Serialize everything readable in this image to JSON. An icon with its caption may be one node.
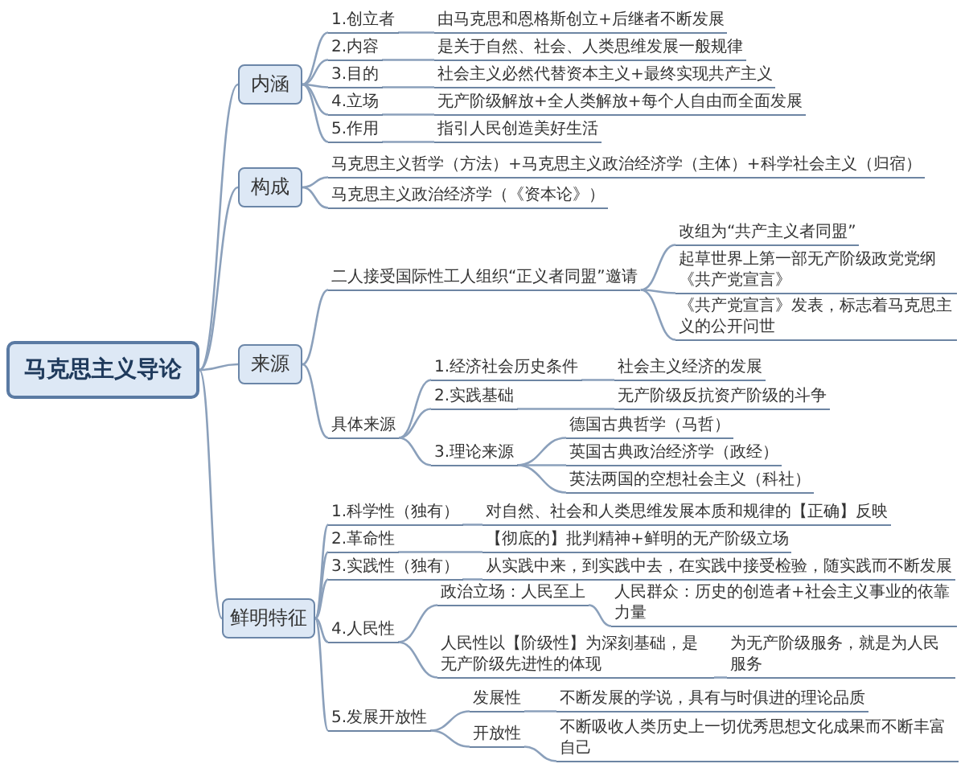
{
  "diagram": {
    "nodes": [
      {
        "text": [
          "马克思主义导论"
        ]
      },
      {
        "text": [
          "内涵"
        ]
      },
      {
        "text": [
          "1.创立者"
        ]
      },
      {
        "text": [
          "由马克思和恩格斯创立+后继者不断发展"
        ]
      },
      {
        "text": [
          "2.内容"
        ]
      },
      {
        "text": [
          "是关于自然、社会、人类思维发展一般规律"
        ]
      },
      {
        "text": [
          "3.目的"
        ]
      },
      {
        "text": [
          "社会主义必然代替资本主义+最终实现共产主义"
        ]
      },
      {
        "text": [
          "4.立场"
        ]
      },
      {
        "text": [
          "无产阶级解放+全人类解放+每个人自由而全面发展"
        ]
      },
      {
        "text": [
          "5.作用"
        ]
      },
      {
        "text": [
          "指引人民创造美好生活"
        ]
      },
      {
        "text": [
          "构成"
        ]
      },
      {
        "text": [
          "马克思主义哲学（方法）+马克思主义政治经济学（主体）+科学社会主义（归宿）"
        ]
      },
      {
        "text": [
          "马克思主义政治经济学（《资本论》）"
        ]
      },
      {
        "text": [
          "来源"
        ]
      },
      {
        "text": [
          "二人接受国际性工人组织“正义者同盟”邀请"
        ]
      },
      {
        "text": [
          "改组为“共产主义者同盟”"
        ]
      },
      {
        "text": [
          "起草世界上第一部无产阶级政党党纲《共产党宣言》"
        ]
      },
      {
        "text": [
          "《共产党宣言》发表，标志着马克思主义的公开问世"
        ]
      },
      {
        "text": [
          "具体来源"
        ]
      },
      {
        "text": [
          "1.经济社会历史条件"
        ]
      },
      {
        "text": [
          "社会主义经济的发展"
        ]
      },
      {
        "text": [
          "2.实践基础"
        ]
      },
      {
        "text": [
          "无产阶级反抗资产阶级的斗争"
        ]
      },
      {
        "text": [
          "3.理论来源"
        ]
      },
      {
        "text": [
          "德国古典哲学（马哲）"
        ]
      },
      {
        "text": [
          "英国古典政治经济学（政经）"
        ]
      },
      {
        "text": [
          "英法两国的空想社会主义（科社）"
        ]
      },
      {
        "text": [
          "鲜明特征"
        ]
      },
      {
        "text": [
          "1.科学性（独有）"
        ]
      },
      {
        "text": [
          "对自然、社会和人类思维发展本质和规律的【正确】反映"
        ]
      },
      {
        "text": [
          "2.革命性"
        ]
      },
      {
        "text": [
          "【彻底的】批判精神+鲜明的无产阶级立场"
        ]
      },
      {
        "text": [
          "3.实践性（独有）"
        ]
      },
      {
        "text": [
          "从实践中来，到实践中去，在实践中接受检验，随实践而不断发展"
        ]
      },
      {
        "text": [
          "4.人民性"
        ]
      },
      {
        "text": [
          "政治立场：人民至上"
        ]
      },
      {
        "text": [
          "人民群众：历史的创造者+社会主义事业的依靠力量"
        ]
      },
      {
        "text": [
          "人民性以【阶级性】为深刻基础，是无产阶级先进性的体现"
        ]
      },
      {
        "text": [
          "为无产阶级服务，就是为人民服务"
        ]
      },
      {
        "text": [
          "5.发展开放性"
        ]
      },
      {
        "text": [
          "发展性"
        ]
      },
      {
        "text": [
          "不断发展的学说，具有与时俱进的理论品质"
        ]
      },
      {
        "text": [
          "开放性"
        ]
      },
      {
        "text": [
          "不断吸收人类历史上一切优秀思想文化成果而不断丰富自己"
        ]
      }
    ],
    "edges": [
      {
        "from": 0,
        "to": 1,
        "arrow": "none"
      },
      {
        "from": 0,
        "to": 12,
        "arrow": "none"
      },
      {
        "from": 0,
        "to": 15,
        "arrow": "none"
      },
      {
        "from": 0,
        "to": 29,
        "arrow": "none"
      },
      {
        "from": 1,
        "to": 2,
        "arrow": "none"
      },
      {
        "from": 1,
        "to": 4,
        "arrow": "none"
      },
      {
        "from": 1,
        "to": 6,
        "arrow": "none"
      },
      {
        "from": 1,
        "to": 8,
        "arrow": "none"
      },
      {
        "from": 1,
        "to": 10,
        "arrow": "none"
      },
      {
        "from": 2,
        "to": 3,
        "arrow": "none"
      },
      {
        "from": 4,
        "to": 5,
        "arrow": "none"
      },
      {
        "from": 6,
        "to": 7,
        "arrow": "none"
      },
      {
        "from": 8,
        "to": 9,
        "arrow": "none"
      },
      {
        "from": 10,
        "to": 11,
        "arrow": "none"
      },
      {
        "from": 12,
        "to": 13,
        "arrow": "none"
      },
      {
        "from": 12,
        "to": 14,
        "arrow": "none"
      },
      {
        "from": 15,
        "to": 16,
        "arrow": "none"
      },
      {
        "from": 15,
        "to": 20,
        "arrow": "none"
      },
      {
        "from": 16,
        "to": 17,
        "arrow": "none"
      },
      {
        "from": 16,
        "to": 18,
        "arrow": "none"
      },
      {
        "from": 16,
        "to": 19,
        "arrow": "none"
      },
      {
        "from": 20,
        "to": 21,
        "arrow": "none"
      },
      {
        "from": 20,
        "to": 23,
        "arrow": "none"
      },
      {
        "from": 20,
        "to": 25,
        "arrow": "none"
      },
      {
        "from": 21,
        "to": 22,
        "arrow": "none"
      },
      {
        "from": 23,
        "to": 24,
        "arrow": "none"
      },
      {
        "from": 25,
        "to": 26,
        "arrow": "none"
      },
      {
        "from": 25,
        "to": 27,
        "arrow": "none"
      },
      {
        "from": 25,
        "to": 28,
        "arrow": "none"
      },
      {
        "from": 29,
        "to": 30,
        "arrow": "none"
      },
      {
        "from": 29,
        "to": 32,
        "arrow": "none"
      },
      {
        "from": 29,
        "to": 34,
        "arrow": "none"
      },
      {
        "from": 29,
        "to": 36,
        "arrow": "none"
      },
      {
        "from": 29,
        "to": 41,
        "arrow": "none"
      },
      {
        "from": 30,
        "to": 31,
        "arrow": "none"
      },
      {
        "from": 32,
        "to": 33,
        "arrow": "none"
      },
      {
        "from": 34,
        "to": 35,
        "arrow": "none"
      },
      {
        "from": 36,
        "to": 37,
        "arrow": "none"
      },
      {
        "from": 36,
        "to": 39,
        "arrow": "none"
      },
      {
        "from": 37,
        "to": 38,
        "arrow": "none"
      },
      {
        "from": 39,
        "to": 40,
        "arrow": "none"
      },
      {
        "from": 41,
        "to": 42,
        "arrow": "none"
      },
      {
        "from": 41,
        "to": 44,
        "arrow": "none"
      },
      {
        "from": 42,
        "to": 43,
        "arrow": "none"
      },
      {
        "from": 44,
        "to": 45,
        "arrow": "none"
      }
    ]
  }
}
